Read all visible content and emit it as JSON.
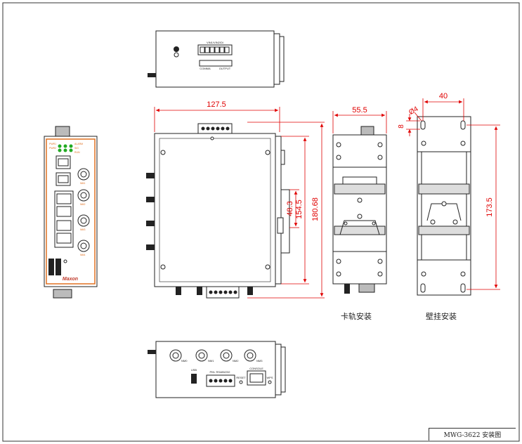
{
  "drawing": {
    "title_block": "MWG-3622 安装图",
    "captions": {
      "din_rail": "卡轨安装",
      "wall_mount": "壁挂安装"
    },
    "dimensions": {
      "side_width": "127.5",
      "side_height": "180.68",
      "total_height": "154.5",
      "rail_offset": "48.3",
      "din_width": "55.5",
      "hole_diameter": "Ø4",
      "hole_offset": "8",
      "wall_spacing": "40",
      "wall_height": "173.5"
    },
    "front_panel": {
      "brand": "Maxon",
      "led_labels": [
        "PWR1",
        "PWR2",
        "ALARM",
        "SIG",
        "RUN"
      ],
      "antenna_labels": [
        "NM1",
        "NM2",
        "NM3",
        "NM4"
      ]
    },
    "top_view": {
      "terminal_label": "VIN1/VIN2/DI",
      "port_labels": [
        "COMMA",
        "OUTPUT"
      ]
    },
    "bottom_view": {
      "antenna_labels": [
        "NM0",
        "NM1",
        "NM2",
        "NM3"
      ],
      "usb_label": "USB",
      "serial_label": "PIN: RS485/232",
      "reset_label": "RESET",
      "console_label": "CONSOLE",
      "wps_label": "WPS"
    },
    "colors": {
      "dimension": "#e00000",
      "line": "#222222",
      "accent": "#e07020",
      "led": "#22aa22"
    }
  }
}
